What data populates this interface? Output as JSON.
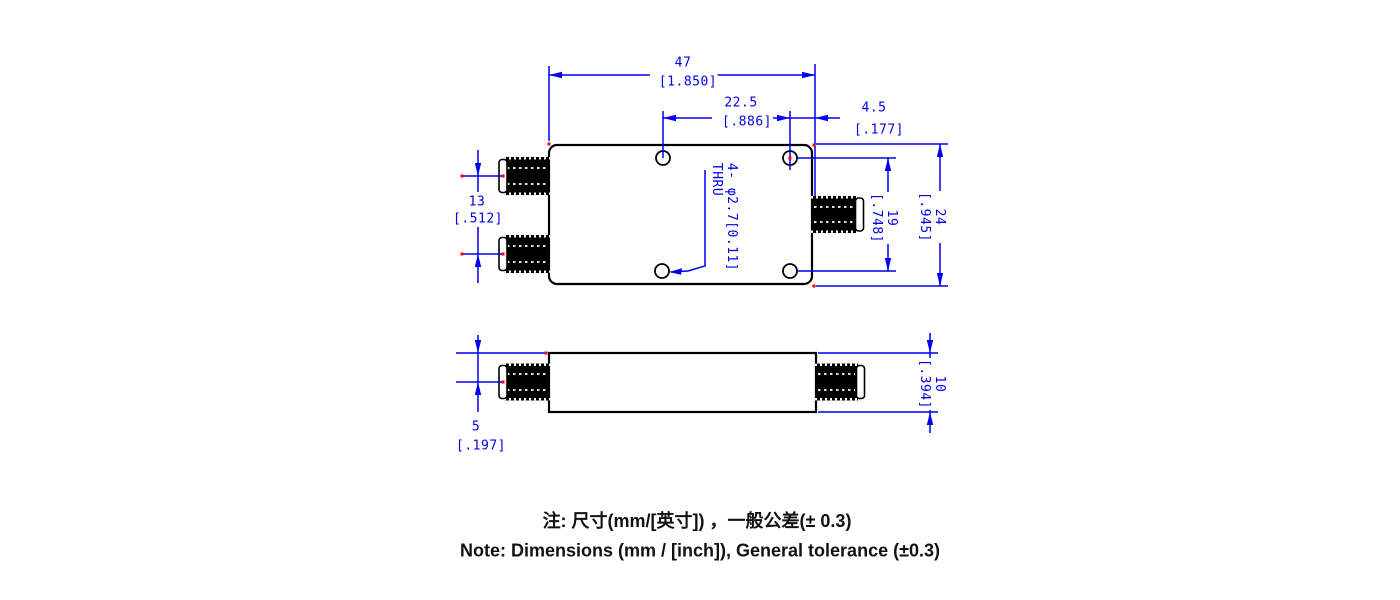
{
  "title": "RF power divider outline dimension drawing",
  "dimensions": {
    "body_width": {
      "mm": "47",
      "inch": "[1.850]"
    },
    "hole_spacing_x": {
      "mm": "22.5",
      "inch": "[.886]"
    },
    "hole_edge_offset": {
      "mm": "4.5",
      "inch": "[.177]"
    },
    "port_spacing": {
      "mm": "13",
      "inch": "[.512]"
    },
    "hole_spacing_y": {
      "mm": "19",
      "inch": "[.748]"
    },
    "body_depth": {
      "mm": "24",
      "inch": "[.945]"
    },
    "body_height": {
      "mm": "10",
      "inch": "[.394]"
    },
    "port_offset": {
      "mm": "5",
      "inch": "[.197]"
    }
  },
  "hole_callout": {
    "line1": "4- φ2.7[0.11]",
    "line2": "THRU"
  },
  "notes": {
    "chinese": "注: 尺寸(mm/[英寸]) ，一般公差(± 0.3)",
    "english": "Note: Dimensions (mm / [inch]), General tolerance (±0.3)"
  },
  "colors": {
    "outline": "#000000",
    "dimension_line": "#0000ee",
    "datum_marker": "#ff0000",
    "background": "#ffffff"
  }
}
